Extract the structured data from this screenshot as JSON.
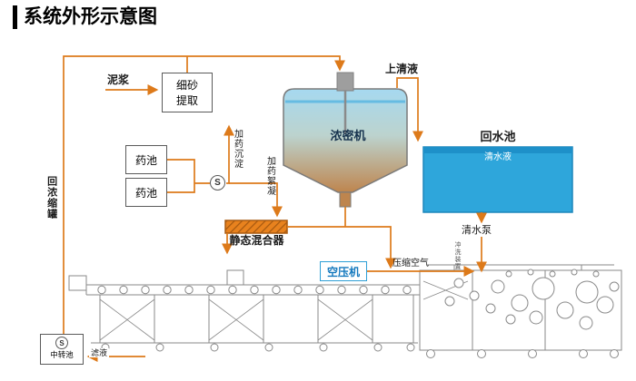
{
  "title": "系统外形示意图",
  "nodes": {
    "mud": "泥浆",
    "fine_sand_line1": "细砂",
    "fine_sand_line2": "提取",
    "supernatant": "上清液",
    "thickener": "浓密机",
    "return_pool": "回水池",
    "clear_water": "清水液",
    "medicine_pool_1": "药池",
    "medicine_pool_2": "药池",
    "dosing_sedimentation": "加药沉淀",
    "dosing_flocculation": "加药絮凝",
    "static_mixer": "静态混合器",
    "return_concentration_tank": "回浓缩罐",
    "clear_water_pump": "清水泵",
    "flushing_device": "冲洗装置",
    "air_compressor": "空压机",
    "compressed_air": "压缩空气",
    "transfer_pool": "中转池",
    "filtrate": "滤液",
    "pump_symbol": "S"
  },
  "colors": {
    "flow_line": "#DD7A1A",
    "water_blue": "#2EA6DB",
    "tank_gradient_top": "#A6D9F0",
    "tank_gradient_bottom": "#BE854E",
    "compressor_blue": "#2E9FD6",
    "machine_gray": "#8A8A8A"
  }
}
